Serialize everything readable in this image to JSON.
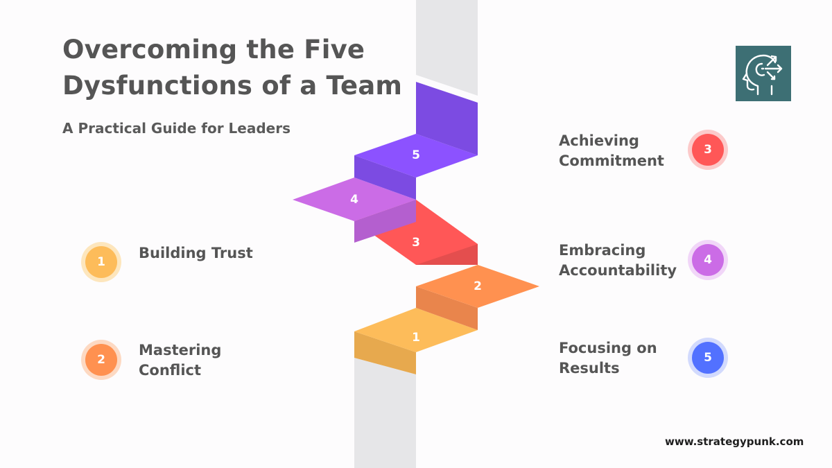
{
  "header": {
    "title": "Overcoming the Five Dysfunctions of a Team",
    "subtitle": "A Practical Guide for Leaders"
  },
  "logo": {
    "icon": "head-arrows-icon",
    "color": "#3d6f74"
  },
  "steps": [
    {
      "number": "1",
      "label": "Building Trust",
      "color": "#fdbc5a",
      "side_color": "#e7a94e",
      "badge_ring": "#fde6bd"
    },
    {
      "number": "2",
      "label": "Mastering Conflict",
      "color": "#ff9150",
      "side_color": "#e9854c",
      "badge_ring": "#fdd9c2"
    },
    {
      "number": "3",
      "label": "Achieving Commitment",
      "color": "#ff5757",
      "side_color": "#e44e4e",
      "badge_ring": "#fccaca"
    },
    {
      "number": "4",
      "label": "Embracing Accountability",
      "color": "#cb6ce6",
      "side_color": "#b45fcf",
      "badge_ring": "#f1d6f8"
    },
    {
      "number": "5",
      "label": "Focusing on Results",
      "color": "#8c52ff",
      "side_color": "#7c4be2",
      "badge_ring": "#dccdfb",
      "badge_color": "#5271ff",
      "badge_ring_alt": "#d2dafd"
    }
  ],
  "pillar_color": "#e6e6e8",
  "footer": {
    "url": "www.strategypunk.com"
  }
}
